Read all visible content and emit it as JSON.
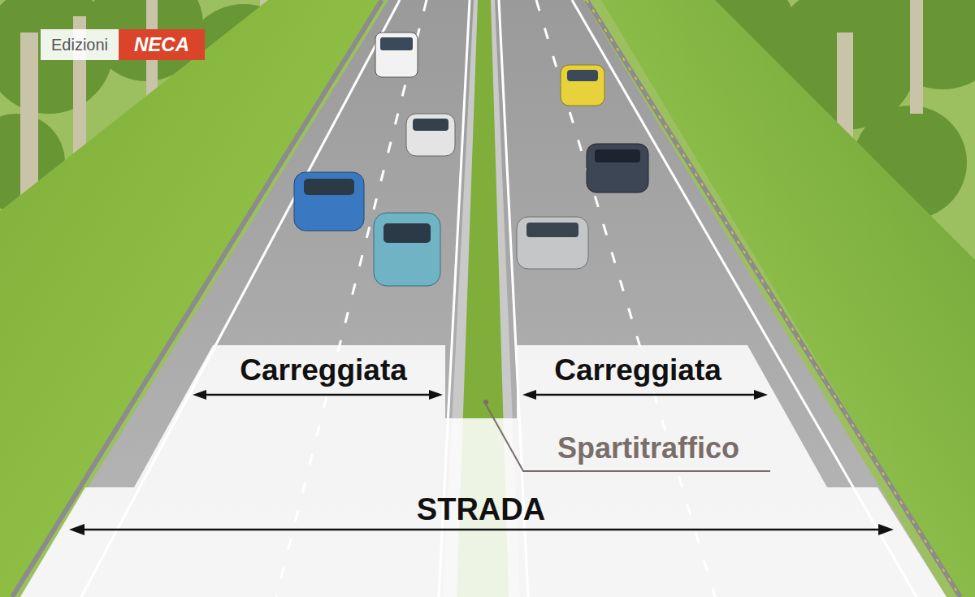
{
  "diagram": {
    "labels": [
      "Edizioni",
      "NECA",
      "Carreggiata",
      "Carreggiata",
      "Spartitraffico",
      "STRADA"
    ]
  }
}
